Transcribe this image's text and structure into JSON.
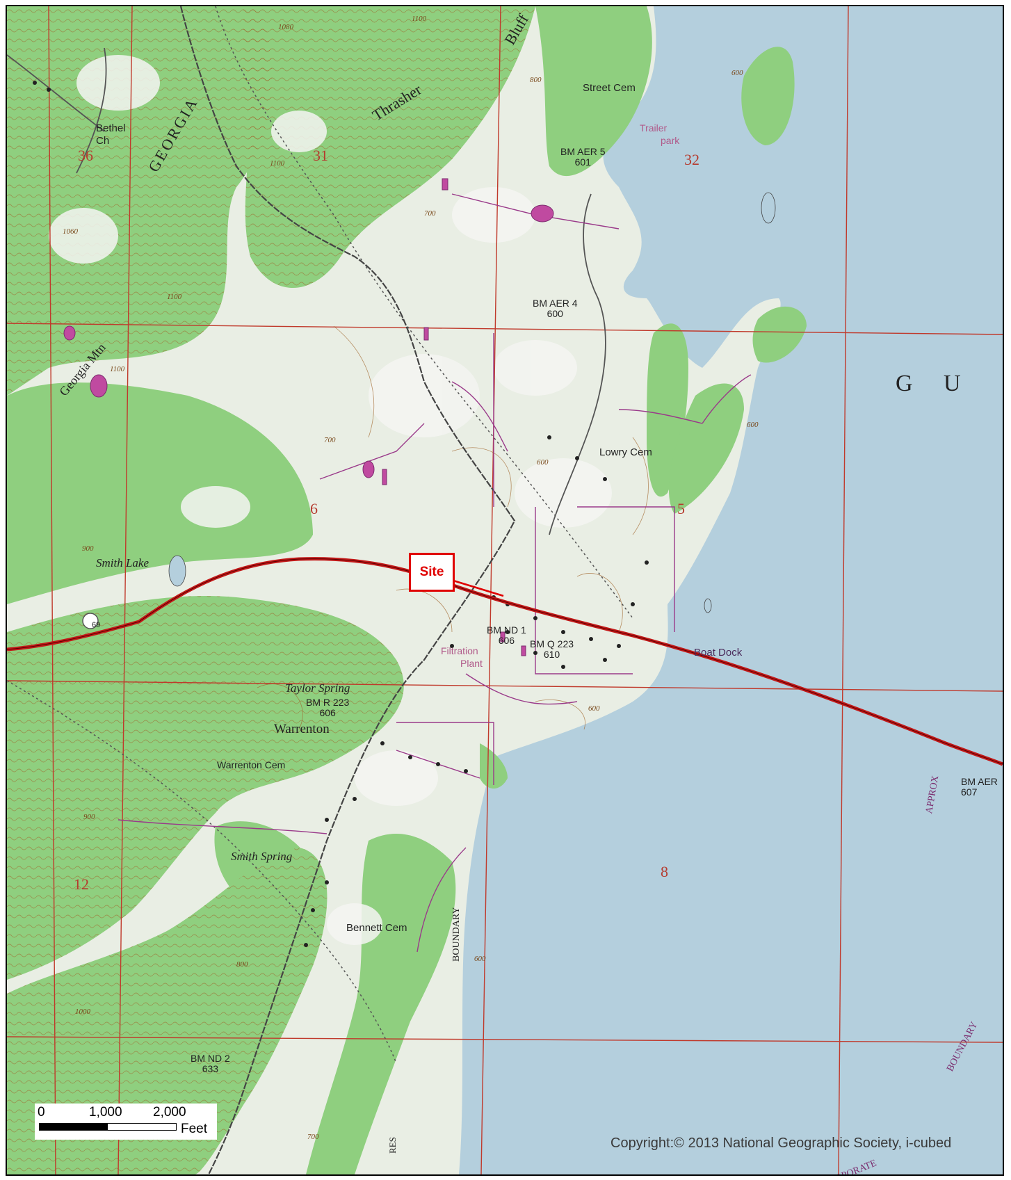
{
  "callout": {
    "site_label": "Site"
  },
  "scale_bar": {
    "ticks": [
      "0",
      "1,000",
      "2,000"
    ],
    "unit": "Feet"
  },
  "copyright": "Copyright:© 2013 National Geographic Society, i-cubed",
  "labels": {
    "georgia_state": "GEORGIA",
    "gu": "G U",
    "thrasher": "Thrasher",
    "bluff": "Bluff",
    "georgia_mtn": "Georgia Mtn",
    "bethel": "Bethel",
    "bethel_ch": "Ch",
    "street_cem": "Street Cem",
    "trailer": "Trailer",
    "park": "park",
    "lowry_cem": "Lowry Cem",
    "smith_lake": "Smith Lake",
    "taylor_spring": "Taylor Spring",
    "warrenton": "Warrenton",
    "warrenton_cem": "Warrenton Cem",
    "smith_spring": "Smith Spring",
    "bennett_cem": "Bennett Cem",
    "boundary_v": "BOUNDARY",
    "boundary_se": "BOUNDARY",
    "approx": "APPROX",
    "corporate": "CORPORATE",
    "res": "RES",
    "filtration": "Filtration",
    "plant": "Plant",
    "boat_dock": "Boat Dock",
    "route": "69"
  },
  "benchmarks": [
    {
      "id": "aer5",
      "name": "BM AER 5",
      "elev": "601"
    },
    {
      "id": "aer4",
      "name": "BM AER 4",
      "elev": "600"
    },
    {
      "id": "nd1",
      "name": "BM ND 1",
      "elev": "606"
    },
    {
      "id": "q223",
      "name": "BM Q 223",
      "elev": "610"
    },
    {
      "id": "r223",
      "name": "BM R 223",
      "elev": "606"
    },
    {
      "id": "nd2",
      "name": "BM ND 2",
      "elev": "633"
    },
    {
      "id": "aere",
      "name": "BM AER",
      "elev": "607"
    }
  ],
  "sections": [
    "36",
    "31",
    "32",
    "6",
    "5",
    "12",
    "8"
  ],
  "contour_labels": [
    "1100",
    "1100",
    "1100",
    "1080",
    "1060",
    "1100",
    "700",
    "700",
    "800",
    "900",
    "900",
    "800",
    "1000",
    "700",
    "600",
    "600",
    "600",
    "600",
    "600"
  ]
}
